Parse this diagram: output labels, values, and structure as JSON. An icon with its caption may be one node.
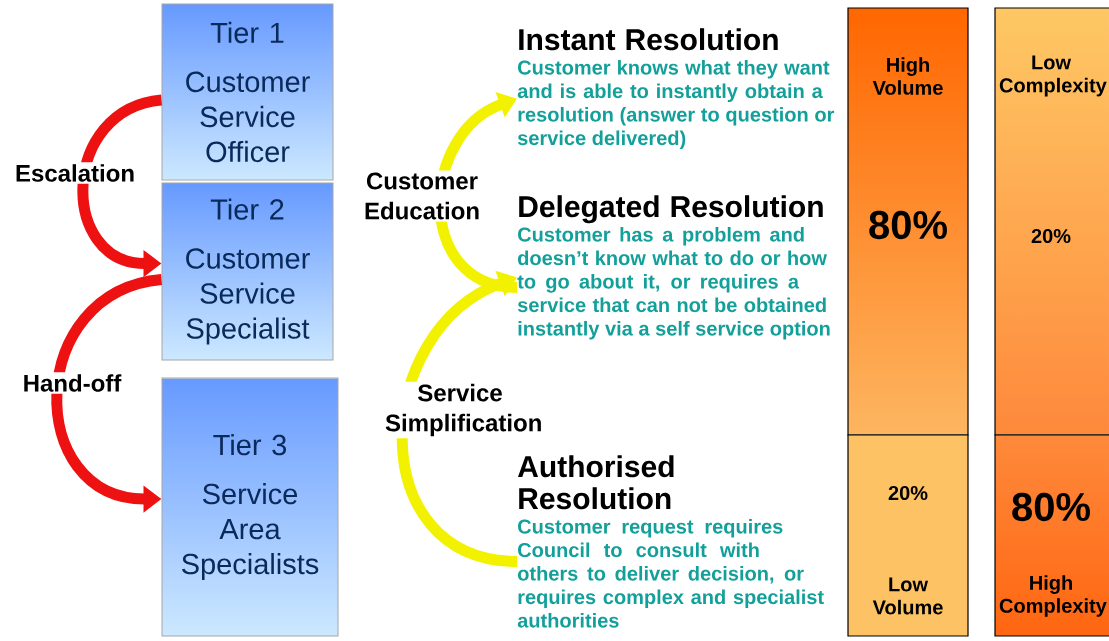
{
  "diagram": {
    "nodes": [
      {
        "text": [
          "Tier 1",
          "Customer Service Officer"
        ]
      },
      {
        "text": [
          "Tier 2",
          "Customer Service Specialist"
        ]
      },
      {
        "text": [
          "Tier 3",
          "Service Area Specialists"
        ]
      },
      {
        "text": [
          "Instant Resolution",
          "Customer knows what they want and is able to instantly obtain a resolution (answer to question or service delivered)"
        ]
      },
      {
        "text": [
          "Delegated Resolution",
          "Customer has a problem and doesn’t know what to do or how to go about it, or requires a service that can not be obtained instantly via a self service option"
        ]
      },
      {
        "text": [
          "Authorised Resolution",
          "Customer request requires Council to consult with others to deliver decision, or requires complex and specialist authorities"
        ]
      },
      {
        "text": [
          "High Volume",
          "80%"
        ]
      },
      {
        "text": [
          "20%",
          "Low Volume"
        ]
      },
      {
        "text": [
          "Low Complexity",
          "20%"
        ]
      },
      {
        "text": [
          "80%",
          "High Complexity"
        ]
      }
    ],
    "edges": [
      {
        "from": 0,
        "to": 1,
        "arrow": "to",
        "label": "Escalation",
        "color": "#ee1111"
      },
      {
        "from": 1,
        "to": 2,
        "arrow": "to",
        "label": "Hand-off",
        "color": "#ee1111"
      },
      {
        "from": 4,
        "to": 3,
        "arrow": "to",
        "label": "Customer Education",
        "color": "#f2f200"
      },
      {
        "from": 5,
        "to": 4,
        "arrow": "to",
        "label": "Service Simplification",
        "color": "#f2f200"
      }
    ]
  }
}
